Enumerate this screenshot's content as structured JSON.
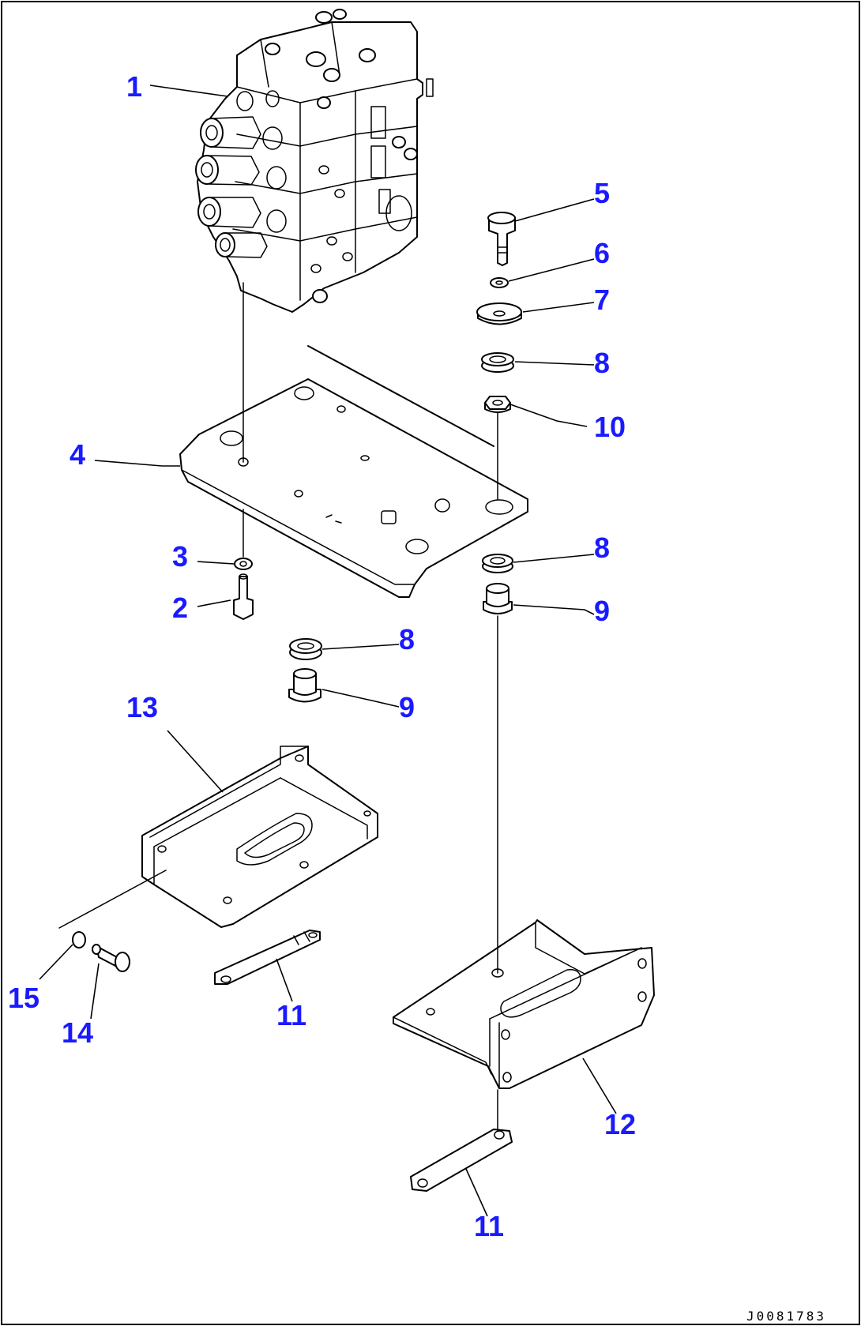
{
  "diagram": {
    "callouts": [
      {
        "id": "c1",
        "label": "1"
      },
      {
        "id": "c2",
        "label": "2"
      },
      {
        "id": "c3",
        "label": "3"
      },
      {
        "id": "c4",
        "label": "4"
      },
      {
        "id": "c5",
        "label": "5"
      },
      {
        "id": "c6",
        "label": "6"
      },
      {
        "id": "c7",
        "label": "7"
      },
      {
        "id": "c8a",
        "label": "8"
      },
      {
        "id": "c10",
        "label": "10"
      },
      {
        "id": "c8b",
        "label": "8"
      },
      {
        "id": "c9a",
        "label": "9"
      },
      {
        "id": "c8c",
        "label": "8"
      },
      {
        "id": "c9b",
        "label": "9"
      },
      {
        "id": "c13",
        "label": "13"
      },
      {
        "id": "c15",
        "label": "15"
      },
      {
        "id": "c14",
        "label": "14"
      },
      {
        "id": "c11a",
        "label": "11"
      },
      {
        "id": "c12",
        "label": "12"
      },
      {
        "id": "c11b",
        "label": "11"
      }
    ],
    "drawing_number": "J0081783"
  },
  "colors": {
    "callout": "#1a1aff",
    "line": "#000000",
    "background": "#ffffff"
  }
}
